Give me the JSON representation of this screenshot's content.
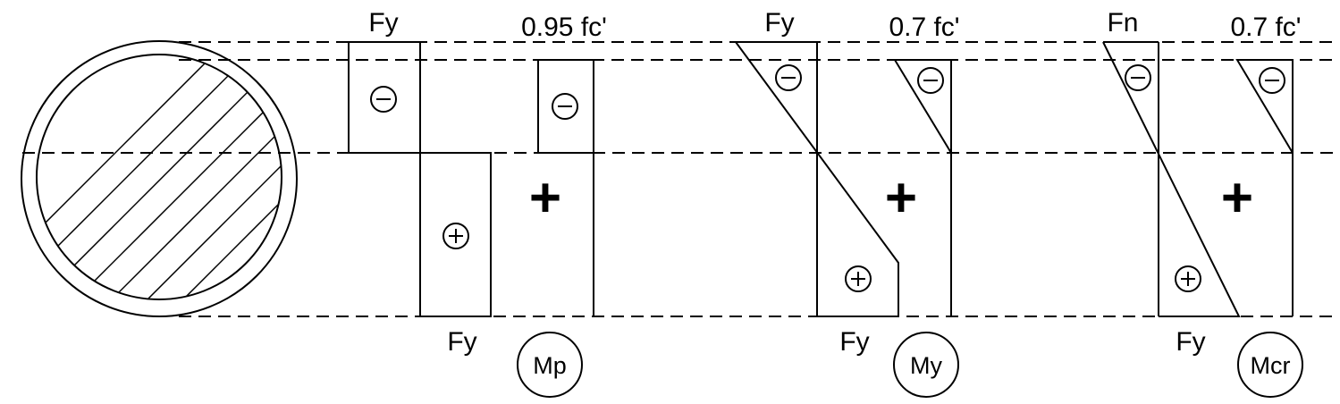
{
  "sections": [
    {
      "id": "plastic",
      "steel_top_label": "Fy",
      "steel_bottom_label": "Fy",
      "concrete_top_label": "0.95 fc'",
      "moment_label": "Mp",
      "compression_symbol": "⊖",
      "tension_symbol": "⊕",
      "plus_symbol": "+"
    },
    {
      "id": "yield",
      "steel_top_label": "Fy",
      "steel_bottom_label": "Fy",
      "concrete_top_label": "0.7 fc'",
      "moment_label": "My",
      "compression_symbol": "⊖",
      "tension_symbol": "⊕",
      "plus_symbol": "+"
    },
    {
      "id": "cracking",
      "steel_top_label": "Fn",
      "steel_bottom_label": "Fy",
      "concrete_top_label": "0.7 fc'",
      "moment_label": "Mcr",
      "compression_symbol": "⊖",
      "tension_symbol": "⊕",
      "plus_symbol": "+"
    }
  ]
}
